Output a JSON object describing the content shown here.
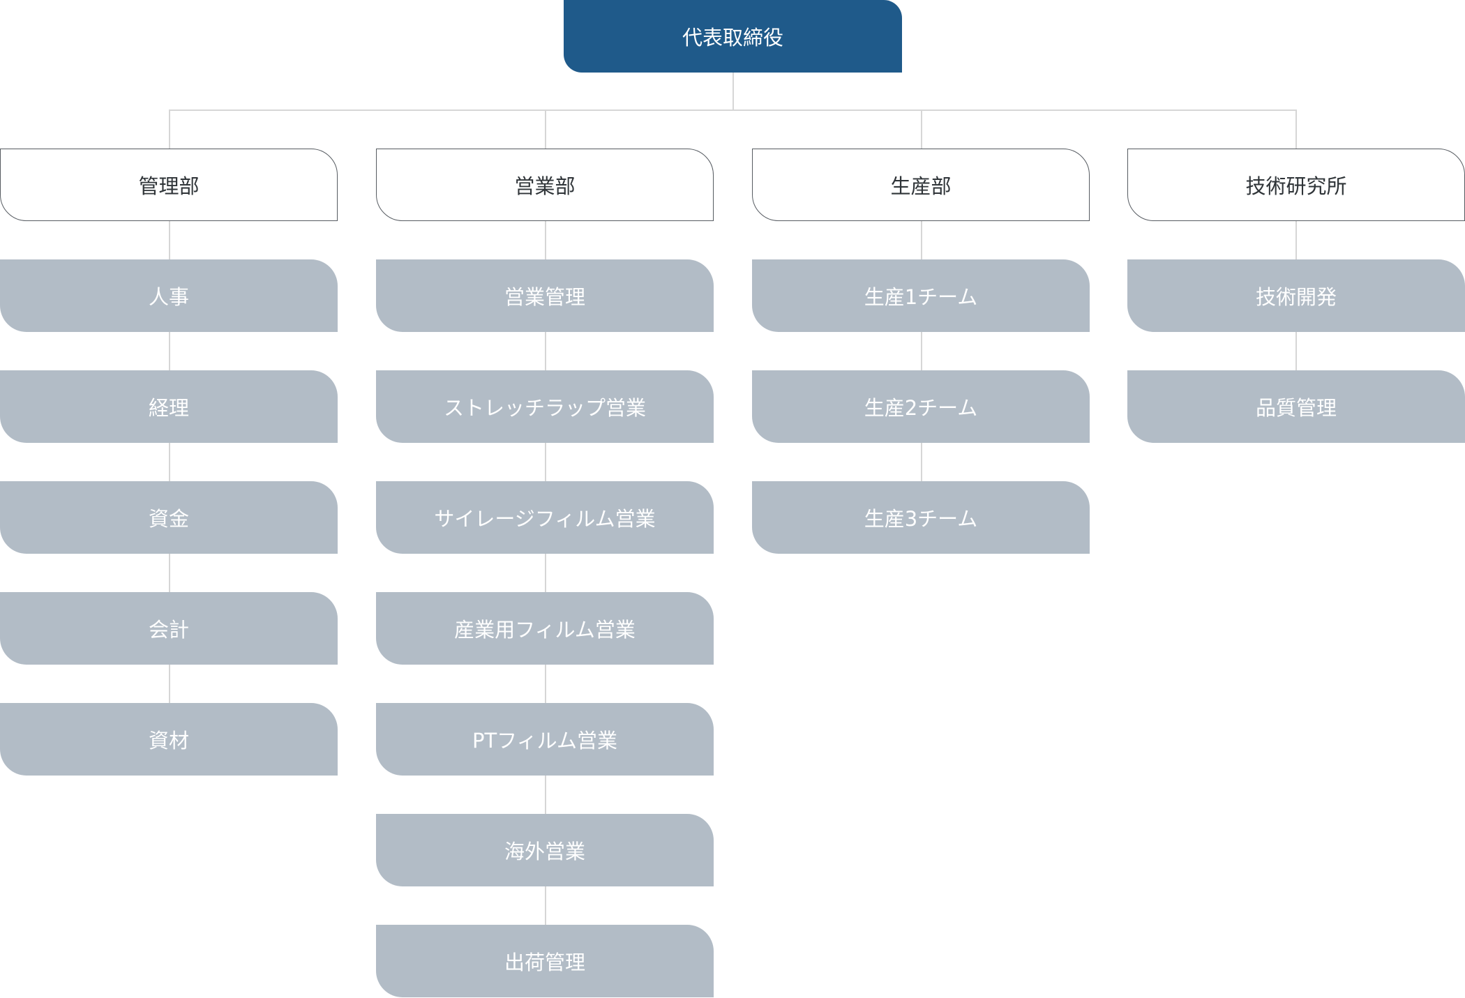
{
  "top": {
    "label": "代表取締役",
    "color": "#1f5a8a"
  },
  "colors": {
    "sub": "#b2bcc6",
    "line": "#d6d6d6",
    "dept_border": "#555a60"
  },
  "departments": [
    {
      "label": "管理部",
      "items": [
        "人事",
        "経理",
        "資金",
        "会計",
        "資材"
      ]
    },
    {
      "label": "営業部",
      "items": [
        "営業管理",
        "ストレッチラップ営業",
        "サイレージフィルム営業",
        "産業用フィルム営業",
        "PTフィルム営業",
        "海外営業",
        "出荷管理"
      ]
    },
    {
      "label": "生産部",
      "items": [
        "生産1チーム",
        "生産2チーム",
        "生産3チーム"
      ]
    },
    {
      "label": "技術研究所",
      "items": [
        "技術開発",
        "品質管理"
      ]
    }
  ]
}
